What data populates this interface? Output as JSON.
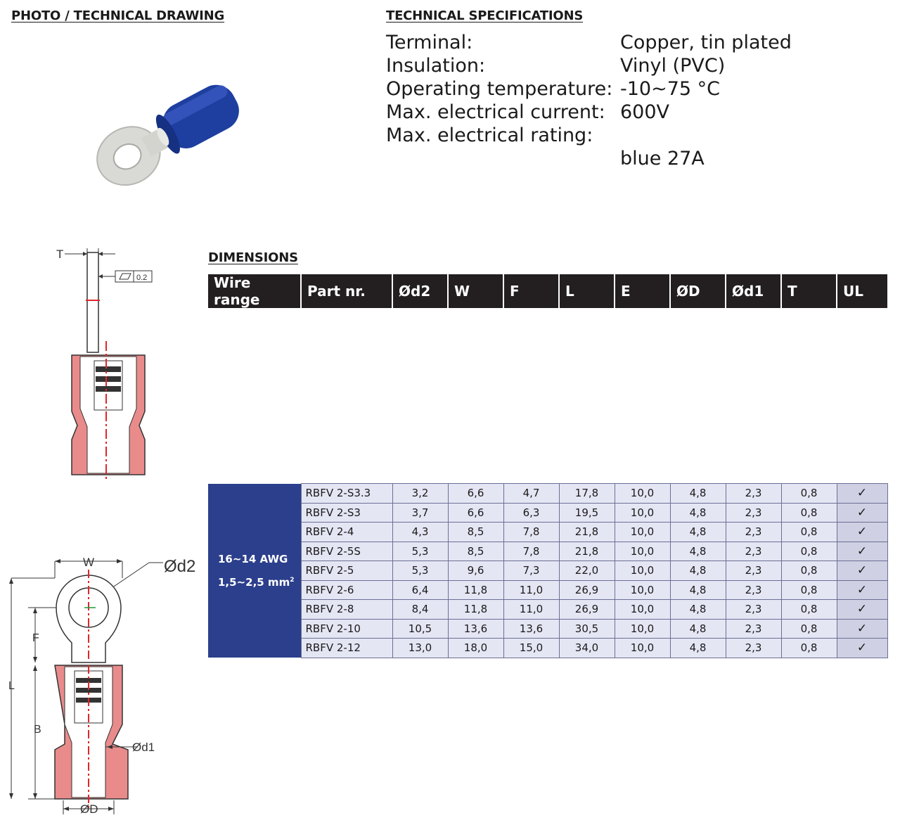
{
  "headings": {
    "photo": "PHOTO / TECHNICAL DRAWING",
    "specs": "TECHNICAL SPECIFICATIONS",
    "dimensions": "DIMENSIONS"
  },
  "specs": [
    {
      "label": "Terminal:",
      "value": "Copper, tin plated"
    },
    {
      "label": "Insulation:",
      "value": "Vinyl (PVC)"
    },
    {
      "label": "Operating temperature:",
      "value": "-10~75 °C"
    },
    {
      "label": "Max. electrical current:",
      "value": "600V"
    },
    {
      "label": "Max. electrical rating:",
      "value": ""
    },
    {
      "label": "",
      "value": "blue 27A"
    }
  ],
  "drawing_labels": {
    "T": "T",
    "tolerance": "0.2",
    "W": "W",
    "d2": "Ød2",
    "F": "F",
    "L": "L",
    "B": "B",
    "d1": "Ød1",
    "D": "ØD"
  },
  "colors": {
    "header_bg": "#231f20",
    "range_bg": "#2b3f8c",
    "row_bg": "#e5e6f4",
    "ul_bg": "#cfd0e3",
    "drawing_red": "#e0262b",
    "drawing_fill": "#e98b8b",
    "insulation_blue": "#1e3fa0"
  },
  "table": {
    "headers": [
      "Wire range",
      "Part nr.",
      "Ød2",
      "W",
      "F",
      "L",
      "E",
      "ØD",
      "Ød1",
      "T",
      "UL"
    ],
    "wire_range_line1": "16~14 AWG",
    "wire_range_line2": "1,5~2,5 mm",
    "wire_range_sup": "2",
    "check": "✓",
    "rows": [
      [
        "RBFV 2-S3.3",
        "3,2",
        "6,6",
        "4,7",
        "17,8",
        "10,0",
        "4,8",
        "2,3",
        "0,8"
      ],
      [
        "RBFV 2-S3",
        "3,7",
        "6,6",
        "6,3",
        "19,5",
        "10,0",
        "4,8",
        "2,3",
        "0,8"
      ],
      [
        "RBFV 2-4",
        "4,3",
        "8,5",
        "7,8",
        "21,8",
        "10,0",
        "4,8",
        "2,3",
        "0,8"
      ],
      [
        "RBFV 2-5S",
        "5,3",
        "8,5",
        "7,8",
        "21,8",
        "10,0",
        "4,8",
        "2,3",
        "0,8"
      ],
      [
        "RBFV 2-5",
        "5,3",
        "9,6",
        "7,3",
        "22,0",
        "10,0",
        "4,8",
        "2,3",
        "0,8"
      ],
      [
        "RBFV 2-6",
        "6,4",
        "11,8",
        "11,0",
        "26,9",
        "10,0",
        "4,8",
        "2,3",
        "0,8"
      ],
      [
        "RBFV 2-8",
        "8,4",
        "11,8",
        "11,0",
        "26,9",
        "10,0",
        "4,8",
        "2,3",
        "0,8"
      ],
      [
        "RBFV 2-10",
        "10,5",
        "13,6",
        "13,6",
        "30,5",
        "10,0",
        "4,8",
        "2,3",
        "0,8"
      ],
      [
        "RBFV 2-12",
        "13,0",
        "18,0",
        "15,0",
        "34,0",
        "10,0",
        "4,8",
        "2,3",
        "0,8"
      ]
    ]
  }
}
